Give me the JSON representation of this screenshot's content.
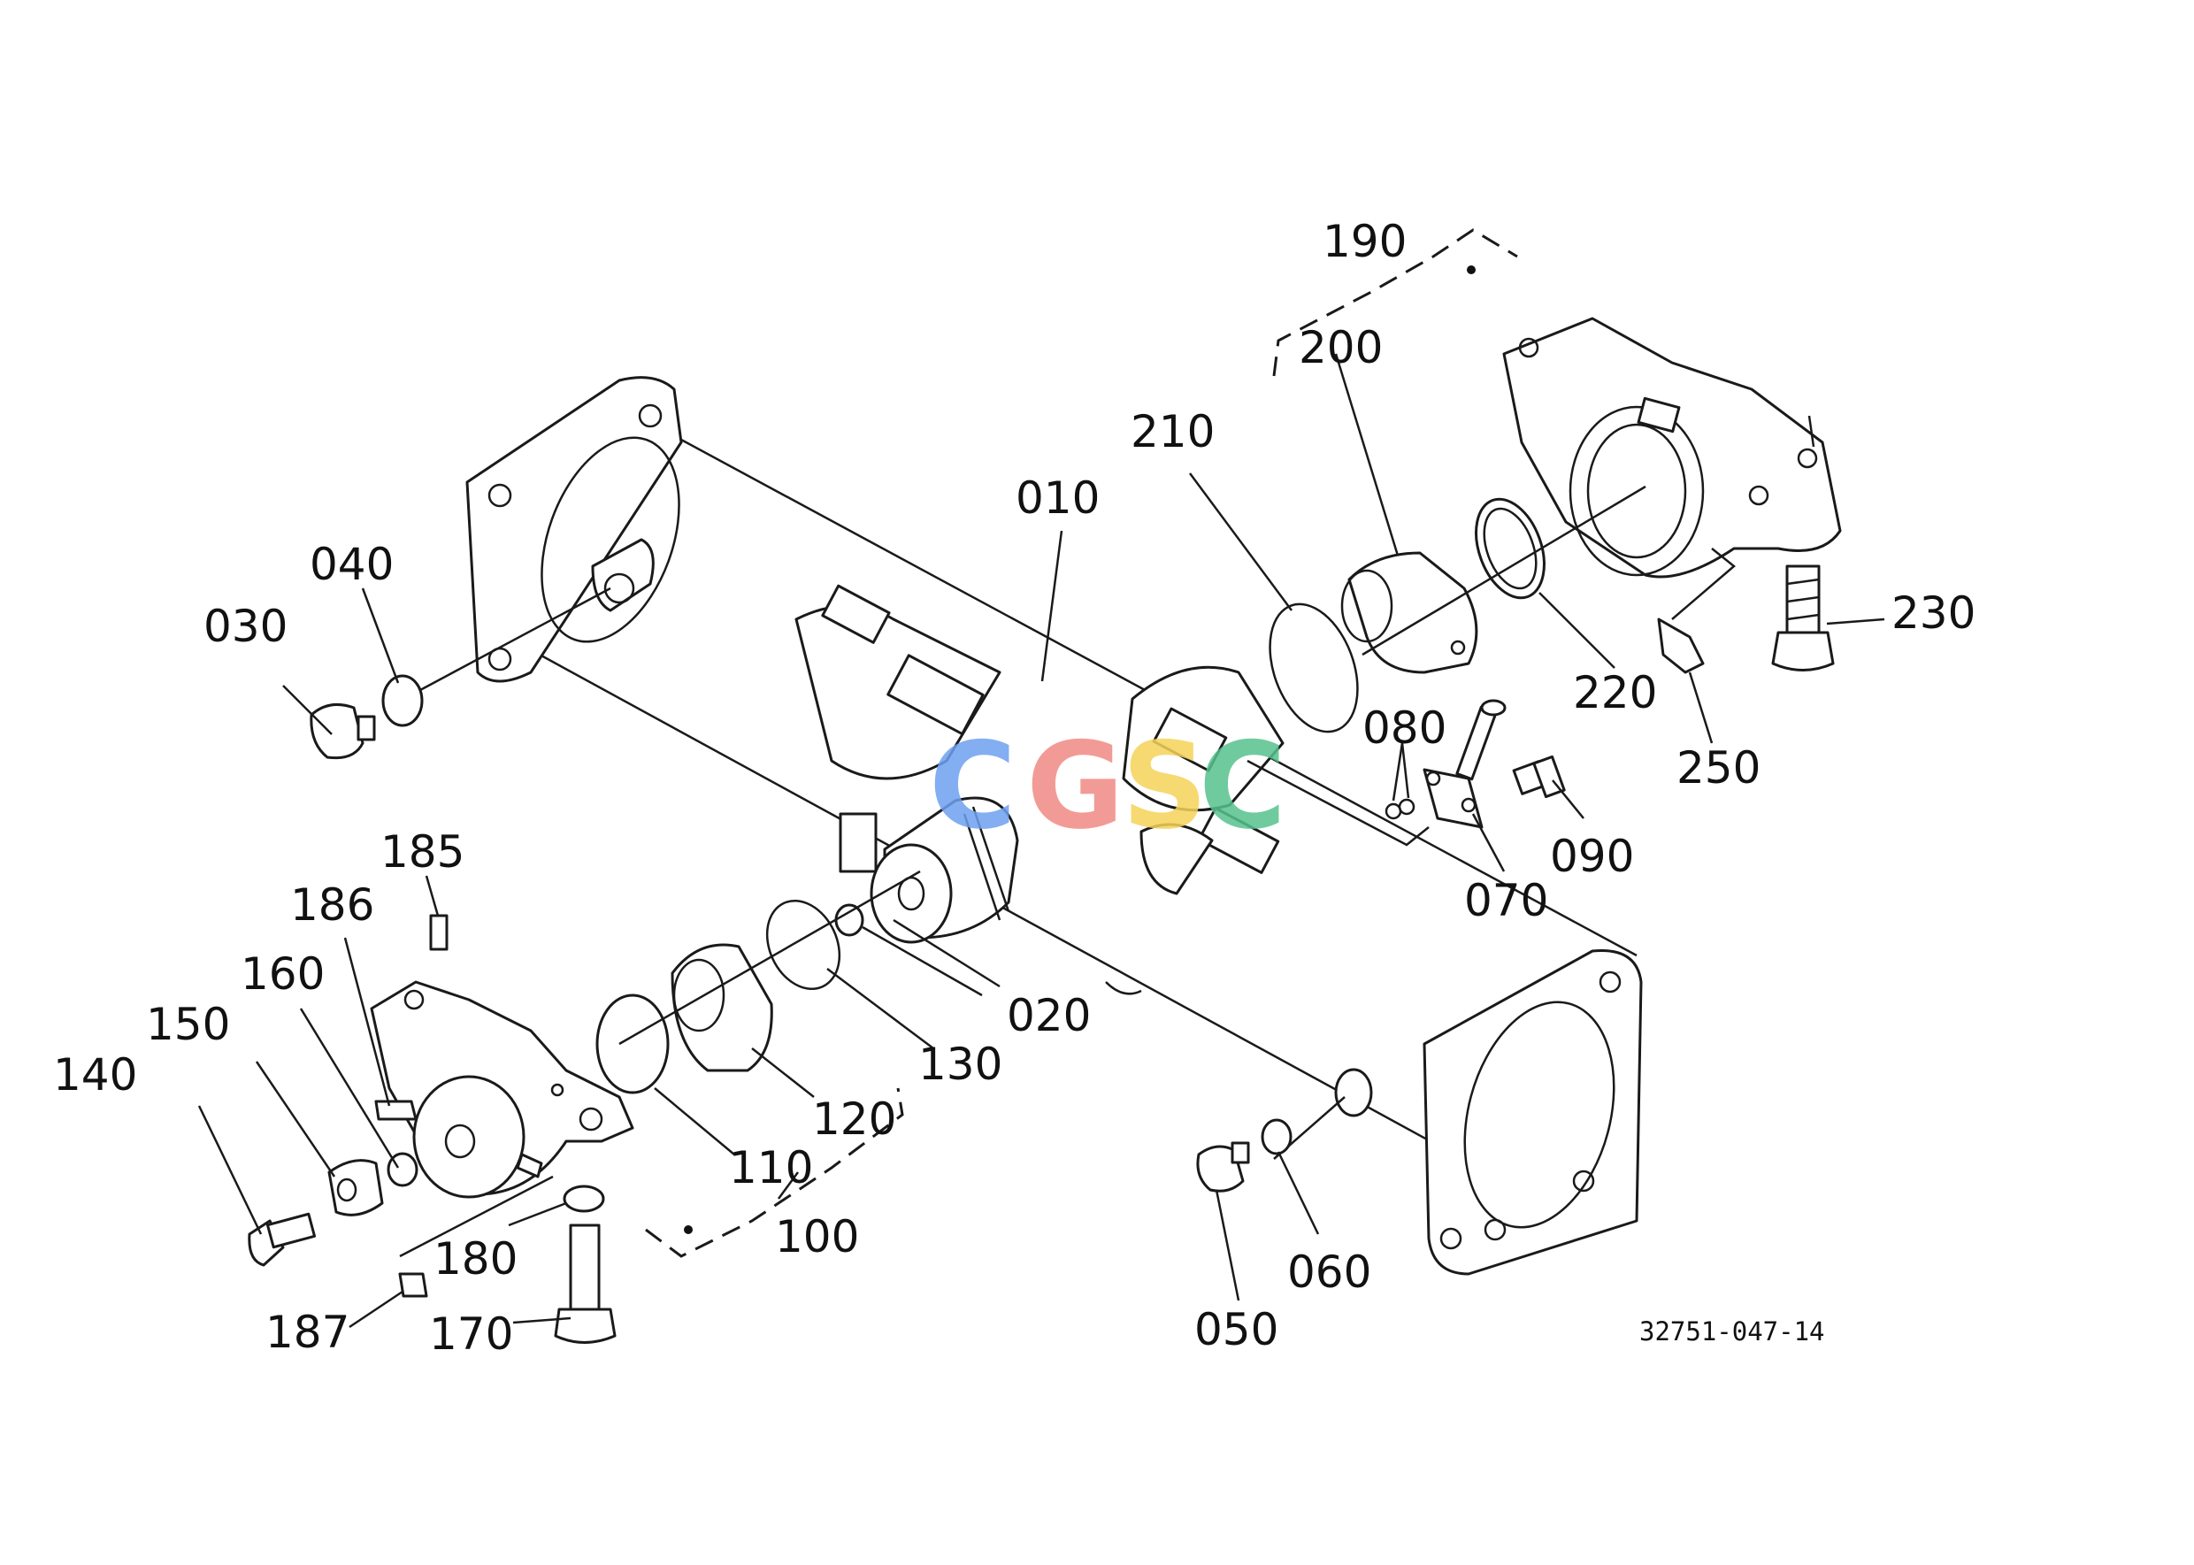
{
  "callouts": [
    {
      "id": "010",
      "text": "010"
    },
    {
      "id": "020",
      "text": "020"
    },
    {
      "id": "030",
      "text": "030"
    },
    {
      "id": "040",
      "text": "040"
    },
    {
      "id": "050",
      "text": "050"
    },
    {
      "id": "060",
      "text": "060"
    },
    {
      "id": "070",
      "text": "070"
    },
    {
      "id": "080",
      "text": "080"
    },
    {
      "id": "090",
      "text": "090"
    },
    {
      "id": "100",
      "text": "100"
    },
    {
      "id": "110",
      "text": "110"
    },
    {
      "id": "120",
      "text": "120"
    },
    {
      "id": "130",
      "text": "130"
    },
    {
      "id": "140",
      "text": "140"
    },
    {
      "id": "150",
      "text": "150"
    },
    {
      "id": "160",
      "text": "160"
    },
    {
      "id": "170",
      "text": "170"
    },
    {
      "id": "180",
      "text": "180"
    },
    {
      "id": "185",
      "text": "185"
    },
    {
      "id": "186",
      "text": "186"
    },
    {
      "id": "187",
      "text": "187"
    },
    {
      "id": "190",
      "text": "190"
    },
    {
      "id": "200",
      "text": "200"
    },
    {
      "id": "210",
      "text": "210"
    },
    {
      "id": "220",
      "text": "220"
    },
    {
      "id": "230",
      "text": "230"
    },
    {
      "id": "250",
      "text": "250"
    }
  ],
  "drawing_ref": "32751-047-14",
  "watermark": {
    "letters": [
      "C",
      "G",
      "S",
      "C"
    ],
    "colors": [
      "#6fa1f0",
      "#f08a84",
      "#f6d35a",
      "#56c28e"
    ]
  }
}
